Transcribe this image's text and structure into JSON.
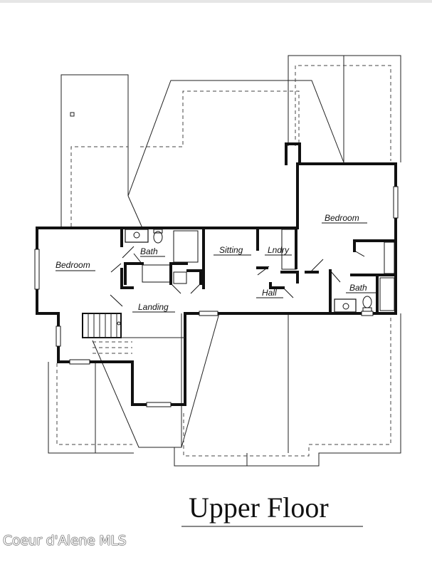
{
  "title": "Upper Floor",
  "rooms": {
    "bedroom_left": "Bedroom",
    "bath_left": "Bath",
    "sitting": "Sitting",
    "laundry": "Lndry",
    "bedroom_right": "Bedroom",
    "hall": "Hall",
    "bath_right": "Bath",
    "landing": "Landing"
  },
  "watermark": "Coeur d'Alene MLS"
}
